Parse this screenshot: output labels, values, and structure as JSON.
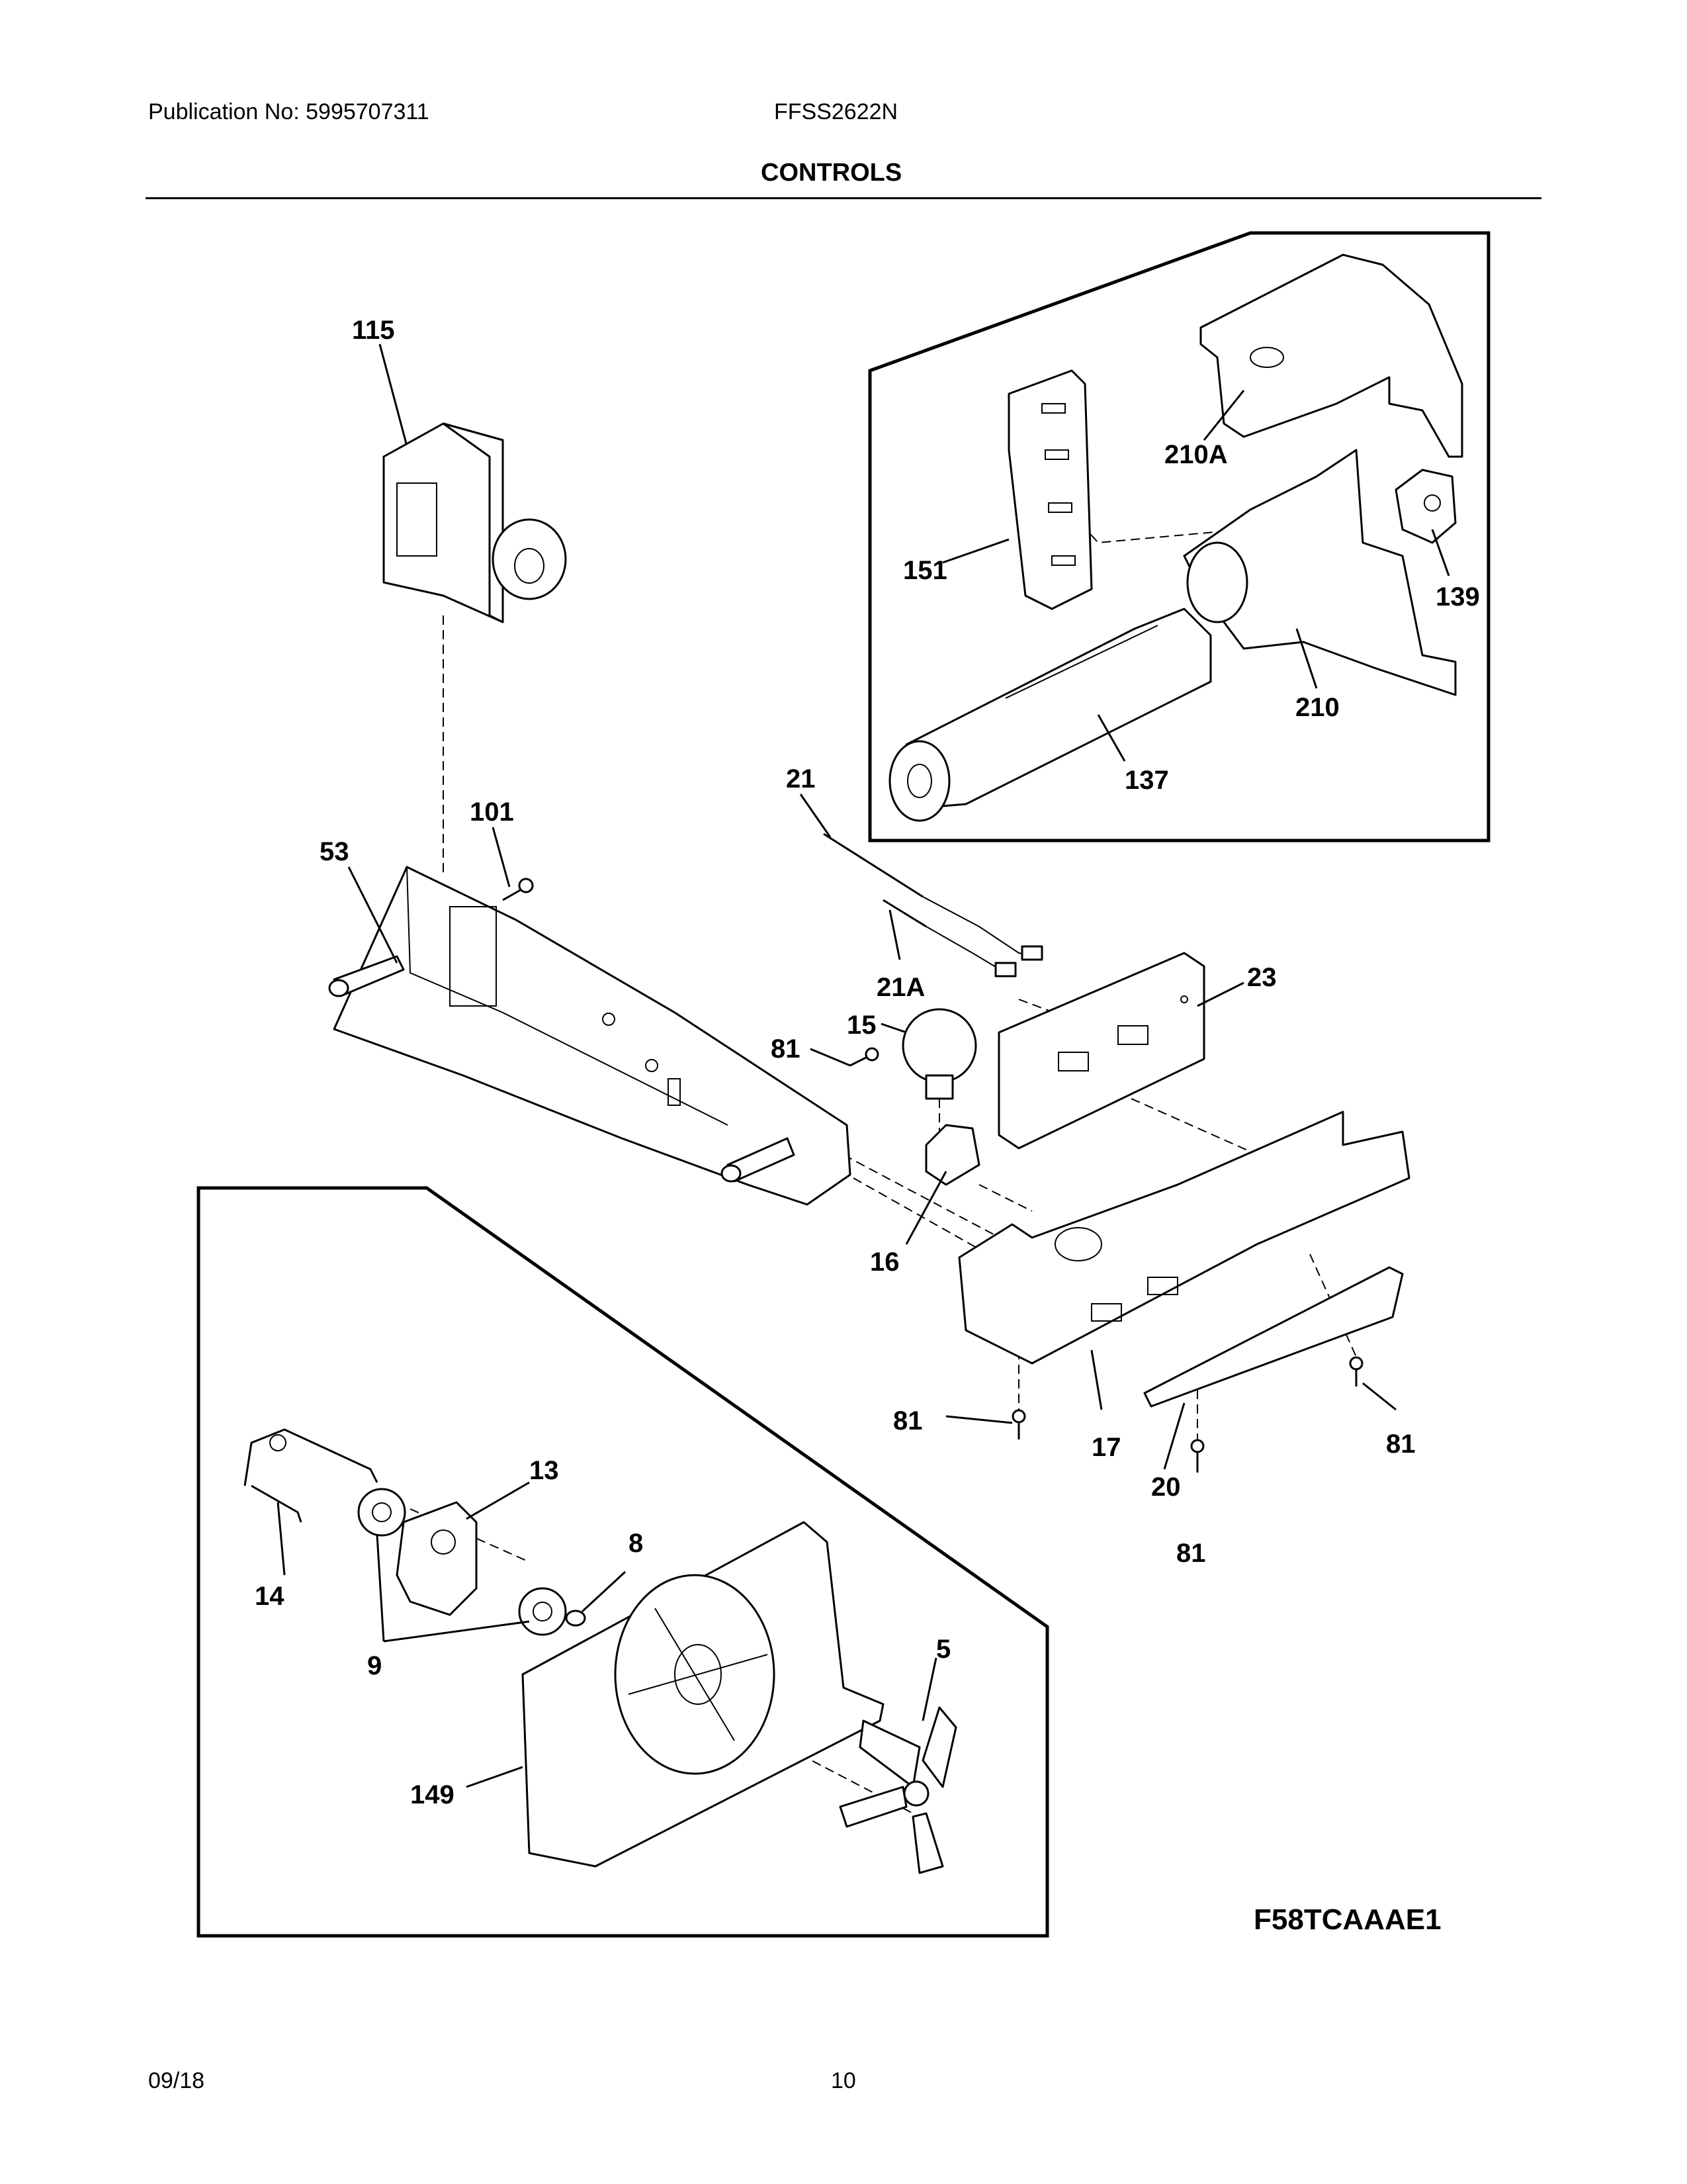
{
  "header": {
    "publication": "Publication No: 5995707311",
    "model": "FFSS2622N",
    "section": "CONTROLS"
  },
  "footer": {
    "date": "09/18",
    "page": "10"
  },
  "diagram": {
    "code": "F58TCAAAE1",
    "labels": {
      "p115": "115",
      "p210A": "210A",
      "p151": "151",
      "p139": "139",
      "p210": "210",
      "p137": "137",
      "p21": "21",
      "p101": "101",
      "p53": "53",
      "p21A": "21A",
      "p23": "23",
      "p15": "15",
      "p81a": "81",
      "p16": "16",
      "p81b": "81",
      "p17": "17",
      "p81c": "81",
      "p20": "20",
      "p81d": "81",
      "p13": "13",
      "p14": "14",
      "p8": "8",
      "p9": "9",
      "p5": "5",
      "p149": "149"
    }
  }
}
